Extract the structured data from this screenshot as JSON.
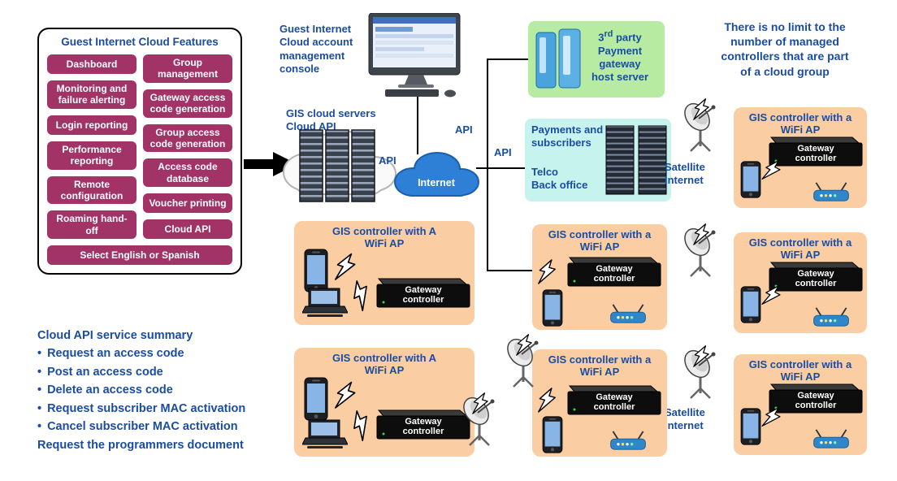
{
  "colors": {
    "accent_blue": "#1A4DA2",
    "button_magenta": "#A13367",
    "box_orange": "#FACDA2",
    "box_green": "#B6EBA1",
    "box_cyan": "#C7F3EF",
    "cloud_blue": "#2E7FD6"
  },
  "features": {
    "title": "Guest Internet Cloud Features",
    "left_buttons": [
      "Dashboard",
      "Monitoring and failure alerting",
      "Login reporting",
      "Performance reporting",
      "Remote configuration",
      "Roaming hand-off"
    ],
    "right_buttons": [
      "Group management",
      "Gateway access code generation",
      "Group access code generation",
      "Access code database",
      "Voucher printing",
      "Cloud API"
    ],
    "bottom_button": "Select English or Spanish"
  },
  "api_summary": {
    "title": "Cloud API service summary",
    "bullet": "•",
    "items": [
      "Request an access code",
      "Post an access code",
      "Delete an access code",
      "Request subscriber MAC activation",
      "Cancel subscriber MAC activation"
    ],
    "footer": "Request the programmers document"
  },
  "console": {
    "lines": [
      "Guest Internet",
      "Cloud account",
      "management",
      "console"
    ]
  },
  "cloud_servers": {
    "lines": [
      "GIS cloud servers",
      "Cloud API"
    ]
  },
  "internet": {
    "label": "Internet"
  },
  "api_label": "API",
  "payment": {
    "num": "3",
    "sup": "rd",
    "line1_rest": " party",
    "line2": "Payment",
    "line3": "gateway",
    "line4": "host server"
  },
  "telco": {
    "line1": "Payments and",
    "line2": "subscribers",
    "line3": "Telco",
    "line4": "Back office"
  },
  "note": {
    "lines": [
      "There is no limit to the",
      "number of managed",
      "controllers that are part",
      "of a cloud group"
    ]
  },
  "satellite": {
    "line1": "Satellite",
    "line2": "Internet"
  },
  "labels": {
    "gateway_line1": "Gateway",
    "gateway_line2": "controller"
  },
  "controllers": [
    {
      "title1": "GIS controller with A",
      "title2": "WiFi AP"
    },
    {
      "title1": "GIS controller with a",
      "title2": "WiFi AP"
    },
    {
      "title1": "GIS controller with a",
      "title2": "WiFi AP"
    },
    {
      "title1": "GIS controller with a",
      "title2": "WiFi AP"
    },
    {
      "title1": "GIS controller with A",
      "title2": "WiFi AP"
    },
    {
      "title1": "GIS controller with a",
      "title2": "WiFi AP"
    },
    {
      "title1": "GIS controller with a",
      "title2": "WiFi AP"
    }
  ]
}
